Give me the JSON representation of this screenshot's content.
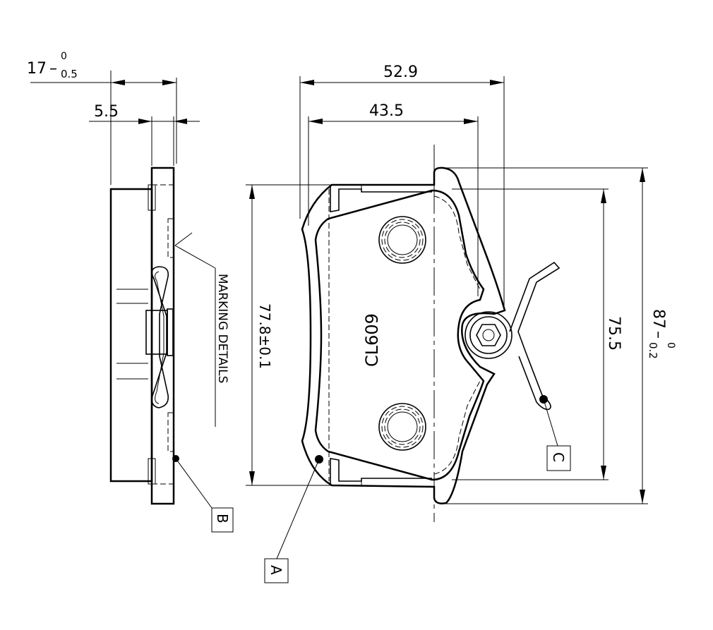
{
  "drawing": {
    "dimensions": {
      "side_thickness": {
        "value": "17",
        "tol_upper": "0",
        "tol_lower": "0.5"
      },
      "backing_plate": "5.5",
      "overall_width": "52.9",
      "inner_width": "43.5",
      "pad_height": "77.8±0.1",
      "pad_inner_height": "75.5",
      "overall_height": {
        "value": "87",
        "tol_upper": "0",
        "tol_lower": "0.2"
      }
    },
    "marking_label": "MARKING DETAILS",
    "marking_text": "CL609",
    "callouts": [
      "A",
      "B",
      "C"
    ]
  }
}
